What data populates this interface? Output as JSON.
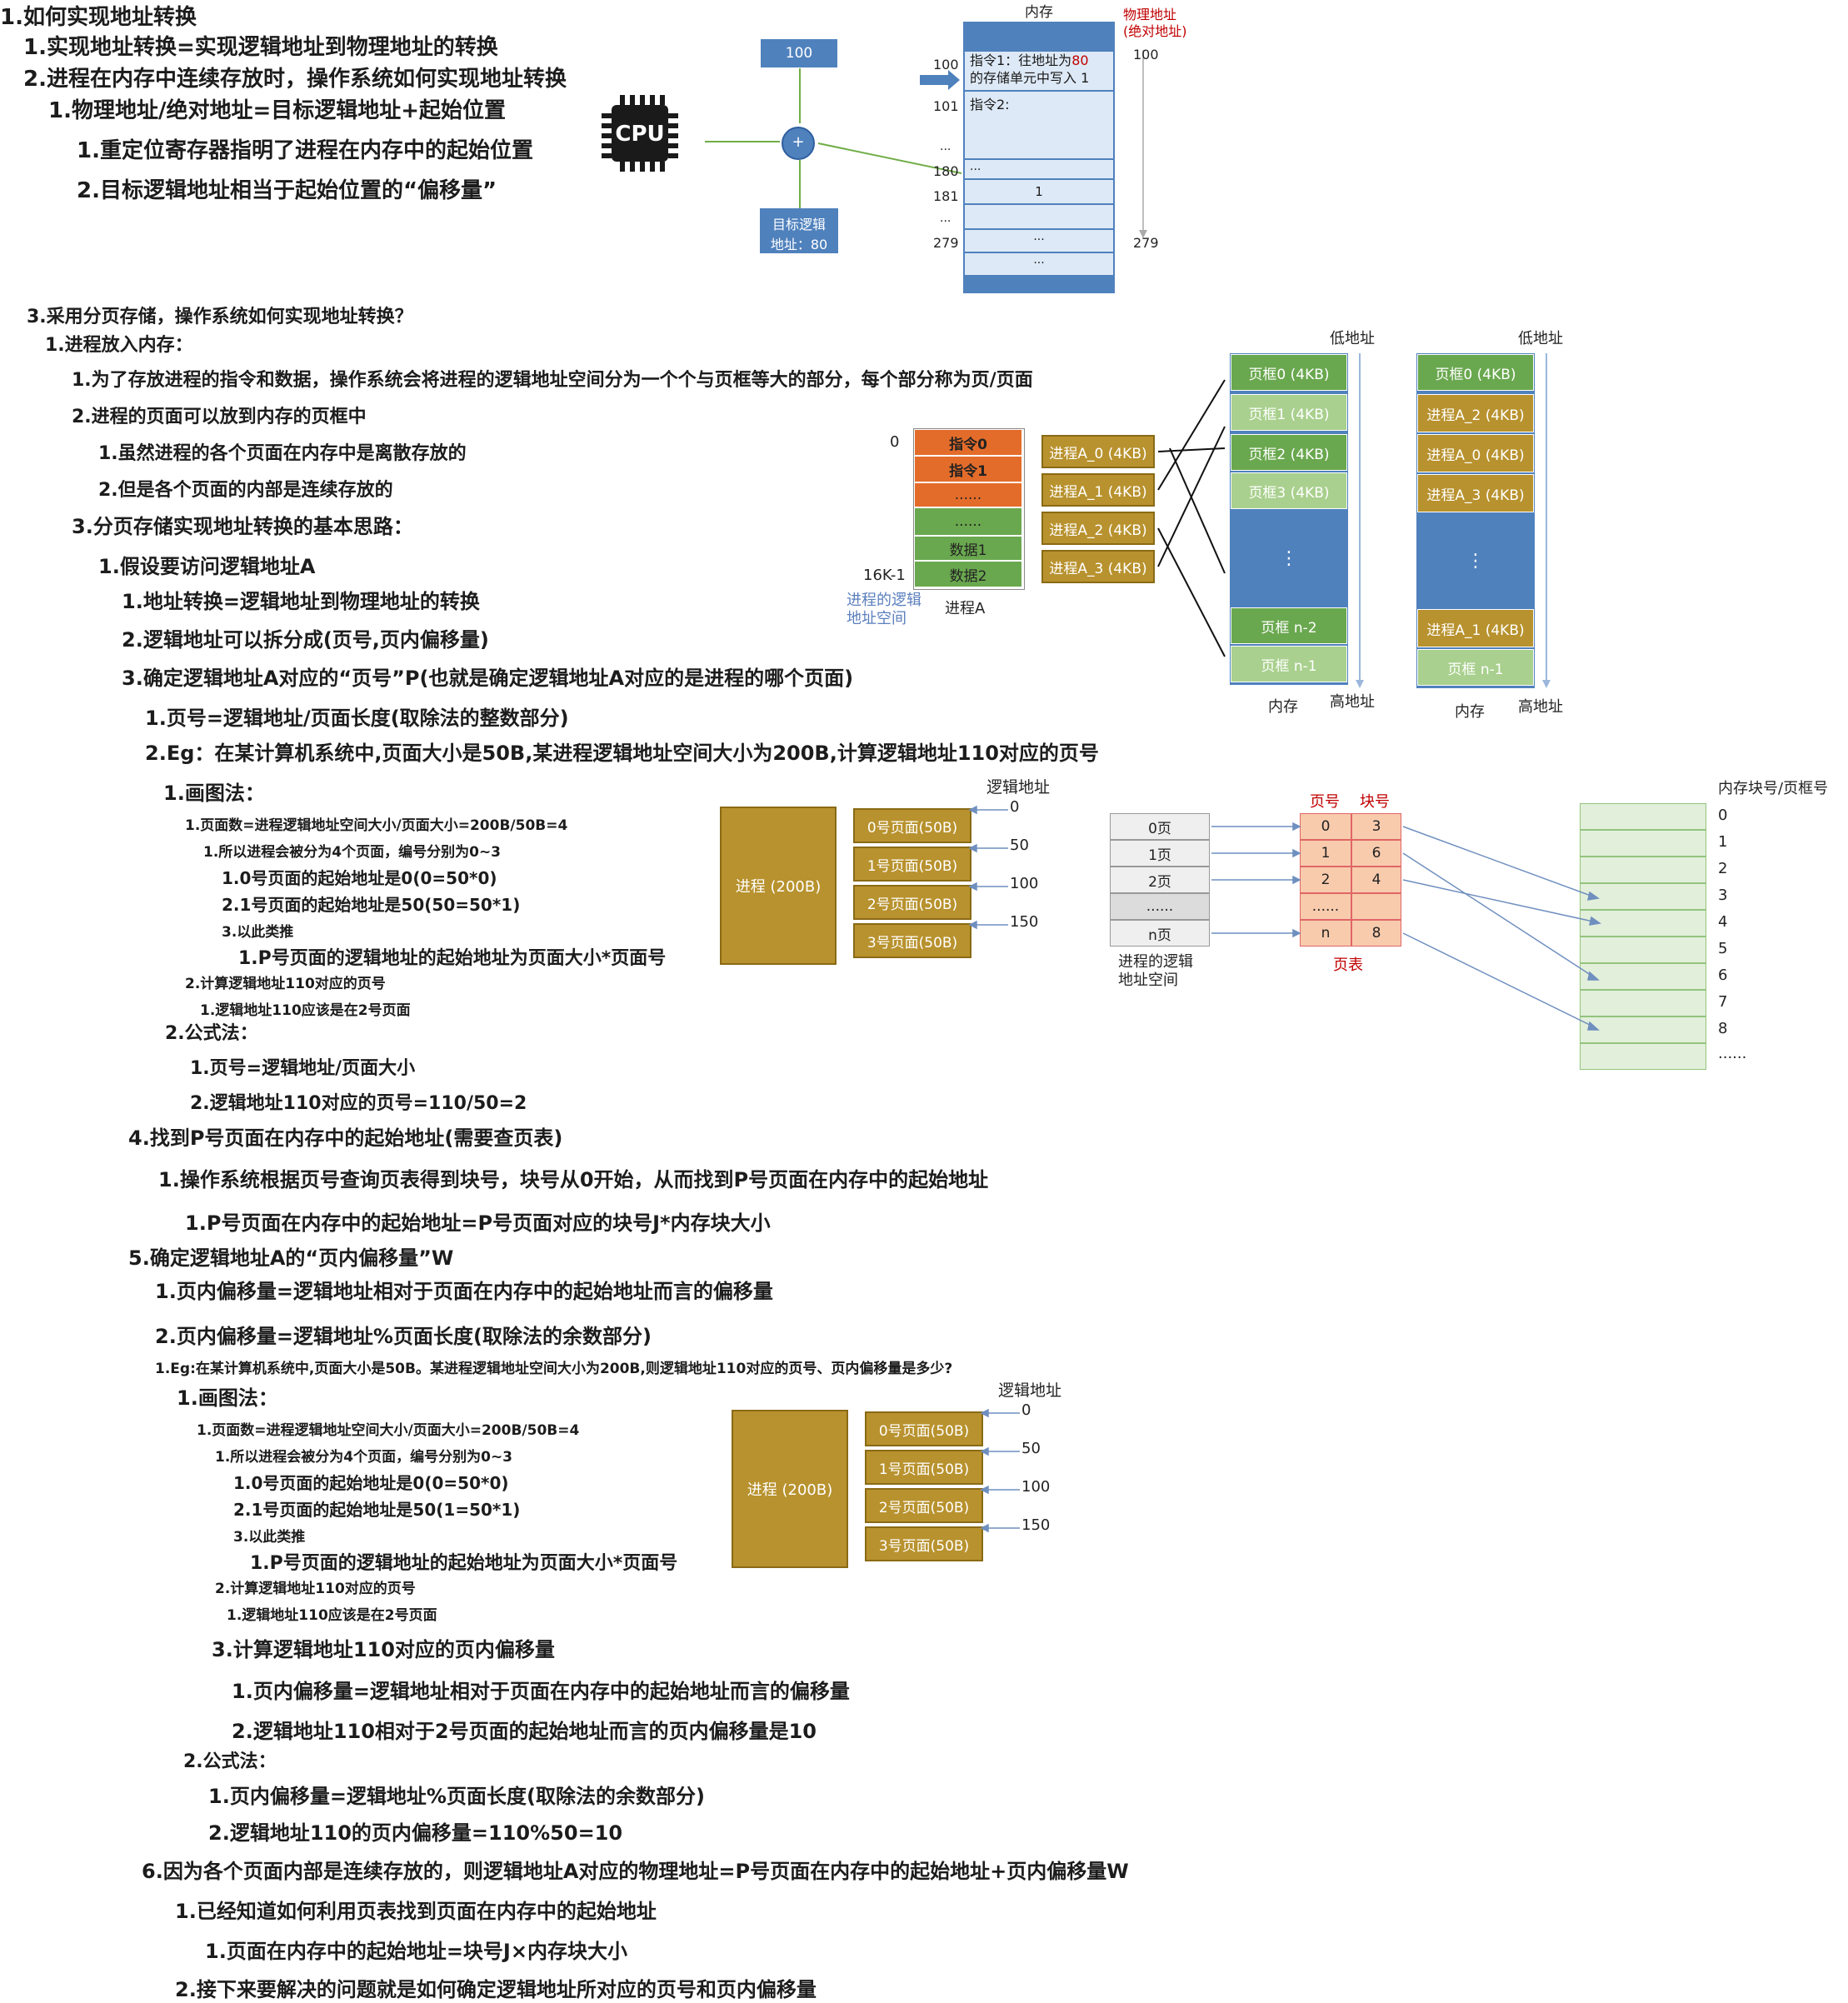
{
  "colors": {
    "page_brown": "#b8922e",
    "frame_green": "#6aa84f",
    "frame_light_green": "#a9d08e",
    "memory_blue": "#4f81bd",
    "instr_orange": "#e46c2a",
    "pagetable_pink": "#f8cbad",
    "red_text": "#c00000"
  },
  "outline": {
    "l1": "1.如何实现地址转换",
    "l2": "1.实现地址转换=实现逻辑地址到物理地址的转换",
    "l3": "2.进程在内存中连续存放时，操作系统如何实现地址转换",
    "l4": "1.物理地址/绝对地址=目标逻辑地址+起始位置",
    "l5": "1.重定位寄存器指明了进程在内存中的起始位置",
    "l6": "2.目标逻辑地址相当于起始位置的“偏移量”",
    "l7": "3.采用分页存储，操作系统如何实现地址转换？",
    "l8": "1.进程放入内存：",
    "l9": "1.为了存放进程的指令和数据，操作系统会将进程的逻辑地址空间分为一个个与页框等大的部分，每个部分称为页/页面",
    "l10": "2.进程的页面可以放到内存的页框中",
    "l11": "1.虽然进程的各个页面在内存中是离散存放的",
    "l12": "2.但是各个页面的内部是连续存放的",
    "l13": "3.分页存储实现地址转换的基本思路：",
    "l14": "1.假设要访问逻辑地址A",
    "l15": "1.地址转换=逻辑地址到物理地址的转换",
    "l16": "2.逻辑地址可以拆分成(页号,页内偏移量)",
    "l17": "3.确定逻辑地址A对应的“页号”P(也就是确定逻辑地址A对应的是进程的哪个页面)",
    "l18": "1.页号=逻辑地址/页面长度(取除法的整数部分)",
    "l19": "2.Eg：在某计算机系统中,页面大小是50B,某进程逻辑地址空间大小为200B,计算逻辑地址110对应的页号",
    "l20": "1.画图法：",
    "l21": "1.页面数=进程逻辑地址空间大小/页面大小=200B/50B=4",
    "l22": "1.所以进程会被分为4个页面，编号分别为0~3",
    "l23": "1.0号页面的起始地址是0(0=50*0)",
    "l24": "2.1号页面的起始地址是50(50=50*1)",
    "l25": "3.以此类推",
    "l26": "1.P号页面的逻辑地址的起始地址为页面大小*页面号",
    "l27": "2.计算逻辑地址110对应的页号",
    "l28": "1.逻辑地址110应该是在2号页面",
    "l29": "2.公式法：",
    "l30": "1.页号=逻辑地址/页面大小",
    "l31": "2.逻辑地址110对应的页号=110/50=2",
    "l32": "4.找到P号页面在内存中的起始地址(需要查页表)",
    "l33": "1.操作系统根据页号查询页表得到块号，块号从0开始，从而找到P号页面在内存中的起始地址",
    "l34": "1.P号页面在内存中的起始地址=P号页面对应的块号J*内存块大小",
    "l35": "5.确定逻辑地址A的“页内偏移量”W",
    "l36": "1.页内偏移量=逻辑地址相对于页面在内存中的起始地址而言的偏移量",
    "l37": "2.页内偏移量=逻辑地址%页面长度(取除法的余数部分)",
    "l38": "1.Eg:在某计算机系统中,页面大小是50B。某进程逻辑地址空间大小为200B,则逻辑地址110对应的页号、页内偏移量是多少?",
    "l39": "1.画图法：",
    "l40": "1.页面数=进程逻辑地址空间大小/页面大小=200B/50B=4",
    "l41": "1.所以进程会被分为4个页面，编号分别为0~3",
    "l42": "1.0号页面的起始地址是0(0=50*0)",
    "l43": "2.1号页面的起始地址是50(1=50*1)",
    "l44": "3.以此类推",
    "l45": "1.P号页面的逻辑地址的起始地址为页面大小*页面号",
    "l46": "2.计算逻辑地址110对应的页号",
    "l47": "1.逻辑地址110应该是在2号页面",
    "l48": "3.计算逻辑地址110对应的页内偏移量",
    "l49": "1.页内偏移量=逻辑地址相对于页面在内存中的起始地址而言的偏移量",
    "l50": "2.逻辑地址110相对于2号页面的起始地址而言的页内偏移量是10",
    "l51": "2.公式法：",
    "l52": "1.页内偏移量=逻辑地址%页面长度(取除法的余数部分)",
    "l53": "2.逻辑地址110的页内偏移量=110%50=10",
    "l54": "6.因为各个页面内部是连续存放的，则逻辑地址A对应的物理地址=P号页面在内存中的起始地址+页内偏移量W",
    "l55": "1.已经知道如何利用页表找到页面在内存中的起始地址",
    "l56": "1.页面在内存中的起始地址=块号J×内存块大小",
    "l57": "2.接下来要解决的问题就是如何确定逻辑地址所对应的页号和页内偏移量"
  },
  "fig1": {
    "cpu": "CPU",
    "reg_value": "100",
    "plus": "+",
    "target_l1": "目标逻辑",
    "target_l2": "地址：80",
    "mem_title": "内存",
    "phys_l1": "物理地址",
    "phys_l2": "(绝对地址)",
    "phys_top": "100",
    "phys_bottom": "279",
    "instr1_a": "指令1：往地址为",
    "instr1_num": "80",
    "instr1_b": "的存储单元中写入 1",
    "instr2": "指令2:",
    "addrs": [
      "100",
      "101",
      "...",
      "180",
      "181",
      "...",
      "279"
    ],
    "cell_dots": "...",
    "cell_one": "1"
  },
  "fig2": {
    "zero": "0",
    "end": "16K-1",
    "instr0": "指令0",
    "instr1": "指令1",
    "dots": "......",
    "data1": "数据1",
    "data2": "数据2",
    "logic_l1": "进程的逻辑",
    "logic_l2": "地址空间",
    "procA": "进程A",
    "pages": [
      "进程A_0 (4KB)",
      "进程A_1 (4KB)",
      "进程A_2 (4KB)",
      "进程A_3 (4KB)"
    ],
    "low": "低地址",
    "high": "高地址",
    "mem": "内存",
    "frames1": [
      "页框0 (4KB)",
      "页框1 (4KB)",
      "页框2 (4KB)",
      "页框3 (4KB)",
      "页框 n-2",
      "页框 n-1"
    ],
    "frames2": [
      "页框0 (4KB)",
      "进程A_2 (4KB)",
      "进程A_0 (4KB)",
      "进程A_3 (4KB)",
      "进程A_1 (4KB)",
      "页框 n-1"
    ],
    "vdots": "⋮"
  },
  "fig3": {
    "title": "逻辑地址",
    "proc": "进程 (200B)",
    "pages": [
      "0号页面(50B)",
      "1号页面(50B)",
      "2号页面(50B)",
      "3号页面(50B)"
    ],
    "addrs": [
      "0",
      "50",
      "100",
      "150"
    ]
  },
  "fig4": {
    "pages": [
      "0页",
      "1页",
      "2页",
      "......",
      "n页"
    ],
    "logic_l1": "进程的逻辑",
    "logic_l2": "地址空间",
    "head_page": "页号",
    "head_block": "块号",
    "rows": [
      [
        "0",
        "3"
      ],
      [
        "1",
        "6"
      ],
      [
        "2",
        "4"
      ],
      [
        "......",
        ""
      ],
      [
        "n",
        "8"
      ]
    ],
    "table_name": "页表",
    "mem_title": "内存块号/页框号",
    "blocks": [
      "0",
      "1",
      "2",
      "3",
      "4",
      "5",
      "6",
      "7",
      "8",
      "......"
    ]
  }
}
